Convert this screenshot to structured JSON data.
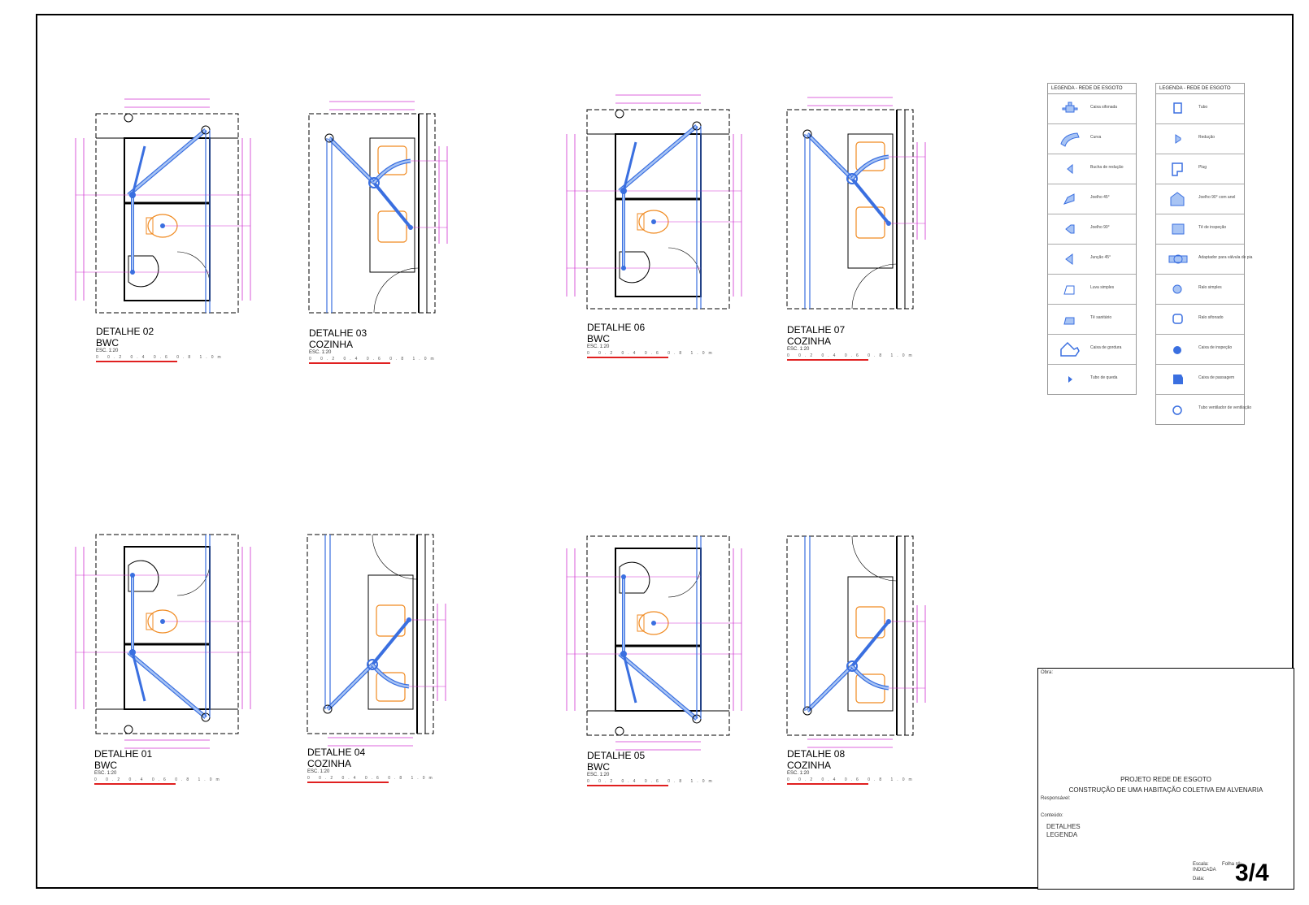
{
  "details": [
    {
      "id": "detalhe-02",
      "title": "DETALHE 02",
      "room": "BWC",
      "scale": "ESC. 1:20",
      "ticks": "0 0.2 0.4 0.6 0.8 1.0m"
    },
    {
      "id": "detalhe-03",
      "title": "DETALHE 03",
      "room": "COZINHA",
      "scale": "ESC. 1:20",
      "ticks": "0 0.2 0.4 0.6 0.8 1.0m"
    },
    {
      "id": "detalhe-06",
      "title": "DETALHE 06",
      "room": "BWC",
      "scale": "ESC. 1:20",
      "ticks": "0 0.2 0.4 0.6 0.8 1.0m"
    },
    {
      "id": "detalhe-07",
      "title": "DETALHE 07",
      "room": "COZINHA",
      "scale": "ESC. 1:20",
      "ticks": "0 0.2 0.4 0.6 0.8 1.0m"
    },
    {
      "id": "detalhe-01",
      "title": "DETALHE 01",
      "room": "BWC",
      "scale": "ESC. 1:20",
      "ticks": "0 0.2 0.4 0.6 0.8 1.0m"
    },
    {
      "id": "detalhe-04",
      "title": "DETALHE 04",
      "room": "COZINHA",
      "scale": "ESC. 1:20",
      "ticks": "0 0.2 0.4 0.6 0.8 1.0m"
    },
    {
      "id": "detalhe-05",
      "title": "DETALHE 05",
      "room": "BWC",
      "scale": "ESC. 1:20",
      "ticks": "0 0.2 0.4 0.6 0.8 1.0m"
    },
    {
      "id": "detalhe-08",
      "title": "DETALHE 08",
      "room": "COZINHA",
      "scale": "ESC. 1:20",
      "ticks": "0 0.2 0.4 0.6 0.8 1.0m"
    }
  ],
  "legend_left": {
    "header": "LEGENDA - REDE DE ESGOTO",
    "items": [
      "Caixa sifonada",
      "Curva",
      "Bucha de redução",
      "Joelho 45°",
      "Joelho 90°",
      "Junção 45°",
      "Luva simples",
      "Tê sanitário",
      "Caixa de gordura",
      "Tubo de queda"
    ]
  },
  "legend_right": {
    "header": "LEGENDA - REDE DE ESGOTO",
    "items": [
      "Tubo",
      "Redução",
      "Plug",
      "Joelho 90° com anel",
      "Tê de inspeção",
      "Adaptador para válvula de pia",
      "Ralo simples",
      "Ralo sifonado",
      "Caixa de inspeção",
      "Caixa de passagem",
      "Tubo ventilador de ventilação"
    ]
  },
  "title_block": {
    "obra_label": "Obra:",
    "projeto": "PROJETO REDE DE ESGOTO",
    "descricao": "CONSTRUÇÃO DE UMA HABITAÇÃO COLETIVA EM ALVENARIA",
    "responsavel_label": "Responsável:",
    "conteudo_label": "Conteúdo:",
    "conteudo_1": "DETALHES",
    "conteudo_2": "LEGENDA",
    "escala_label": "Escala:",
    "escala_valor": "INDICADA",
    "folha_label": "Folha nº:",
    "data_label": "Data:",
    "sheet": "3/4"
  },
  "colors": {
    "pipe": "#3a6fe0",
    "pipe_fill": "#a8c4f4",
    "fixture": "#f08a20",
    "dim": "#d030d0",
    "wall": "#000000",
    "scalebar": "#e02020"
  }
}
